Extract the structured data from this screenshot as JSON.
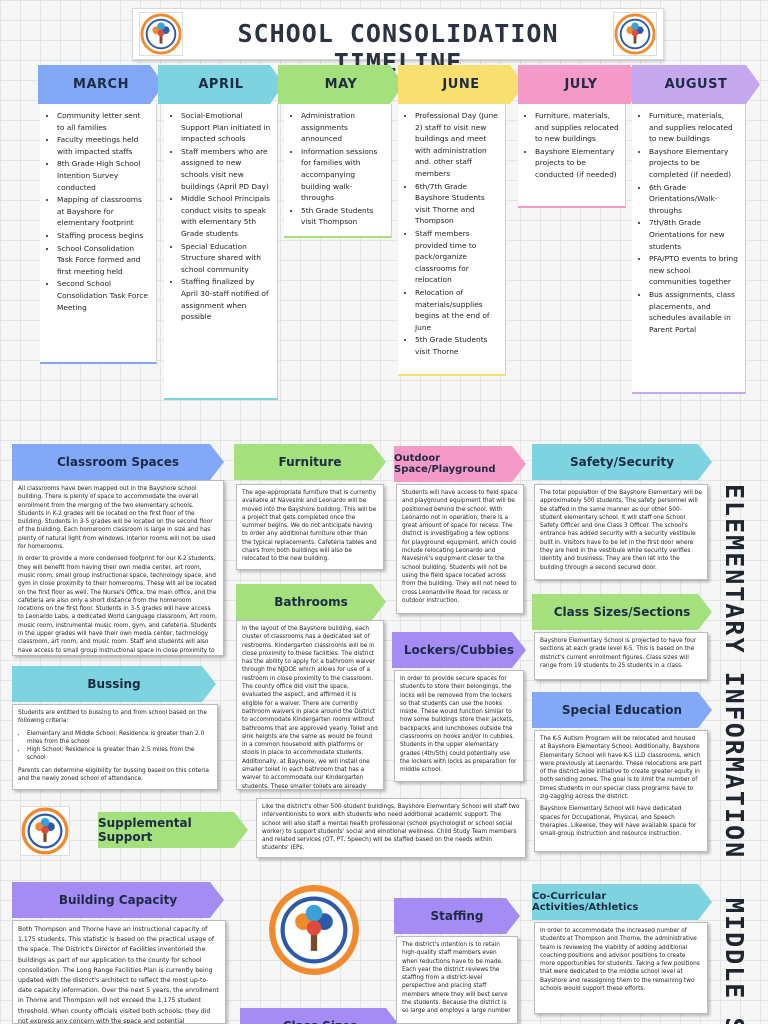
{
  "header": {
    "title": "School Consolidation Timeline"
  },
  "months": [
    {
      "name": "MARCH",
      "items": [
        "Community letter sent to all families",
        "Faculty meetings held with impacted staffs",
        "8th Grade High School Intention Survey conducted",
        "Mapping of classrooms at Bayshore for elementary footprint",
        "Staffing process begins",
        "School Consolidation Task Force formed and first meeting held",
        "Second School Consolidation Task Force Meeting"
      ]
    },
    {
      "name": "APRIL",
      "items": [
        "Social-Emotional Support Plan initiated in impacted schools",
        "Staff members who are assigned to new schools visit new buildings (April PD Day)",
        "Middle School Principals conduct visits to speak with elementary 5th Grade students",
        "Special Education Structure shared with school community",
        "Staffing finalized by April 30-staff notified of assignment when possible"
      ]
    },
    {
      "name": "MAY",
      "items": [
        "Administration assignments announced",
        "Information sessions for families with accompanying building walk-throughs",
        "5th Grade Students visit Thompson"
      ]
    },
    {
      "name": "JUNE",
      "items": [
        "Professional Day (June 2) staff to visit new buildings and meet with administration and. other staff members",
        "6th/7th Grade Bayshore Students visit Thorne and Thompson",
        "Staff members provided time to pack/organize classrooms for relocation",
        "Relocation of materials/supplies begins at the end of June",
        "5th Grade Students visit Thorne"
      ]
    },
    {
      "name": "JULY",
      "items": [
        "Furniture, materials, and supplies relocated to new buildings",
        "Bayshore Elementary projects to be conducted (if needed)"
      ]
    },
    {
      "name": "AUGUST",
      "items": [
        "Furniture, materials, and supplies relocated to new buildings",
        "Bayshore Elementary projects to be completed (if needed)",
        "6th Grade Orientations/Walk-throughs",
        "7th/8th Grade Orientations for new students",
        "PFA/PTO events to bring new school communities together",
        "Bus assignments, class placements, and schedules available in Parent Portal"
      ]
    }
  ],
  "side_labels": {
    "elementary": "ELEMENTARY INFORMATION",
    "middle": "MIDDLE SC"
  },
  "elementary": {
    "classroom_spaces": {
      "title": "Classroom Spaces",
      "paragraphs": [
        "All classrooms have been mapped out in the Bayshore school building. There is plenty of space to accommodate the overall enrollment from the merging of the two elementary schools. Students in K-2 grades will be located on the first floor of the building. Students in 3-5 grades will be located on the second floor of the building. Each homeroom classroom is large in size and has plenty of natural light from windows. Interior rooms will not be used for homerooms.",
        "In order to provide a more condensed footprint for our K-2 students, they will benefit from having their own media center, art room, music room, small group instructional space, technology space, and gym in close proximity to their homerooms. These will all be located on the first floor as well. The Nurse's Office, the main office, and the cafeteria are also only a short distance from the homeroom locations on the first floor. Students in 3-5 grades will have access to Leonardo Labs, a dedicated World Language classroom, Art room, music room, instrumental music room, gym, and cafeteria. Students in the upper grades will have their own media center, technology classroom, art room, and music room. Staff and students will also have access to small group instructional space in close proximity to their classrooms. PT, OT, and Speech supports will have dedicated classroom space to provide services to our students."
      ]
    },
    "furniture": {
      "title": "Furniture",
      "paragraphs": [
        "The age-appropriate furniture that is currently available at Navesink and Leonardo will be moved into the Bayshore building. This will be a project that gets completed once the summer begins. We do not anticipate having to order any additional furniture other than the typical replacements. Cafeteria tables and chairs from both buildings will also be relocated to the new building."
      ]
    },
    "outdoor": {
      "title": "Outdoor Space/Playground",
      "paragraphs": [
        "Students will have access to field space and playground equipment that will be positioned behind the school. With Leonardo not in operation, there is a great amount of space for recess. The district is investigating a few options for playground equipment, which could include relocating Leonardo and Navesink's equipment closer to the school building. Students will not be using the field space located across from the building. They will not need to cross Leonardville Road for recess or outdoor instruction."
      ]
    },
    "safety": {
      "title": "Safety/Security",
      "paragraphs": [
        "The total population of the Bayshore Elementary will be approximately 500 students. The safety personnel will be staffed in the same manner as our other 500-student elementary school. It will staff one School Safety Officer and one Class 3 Officer. The school's entrance has added security with a security vestibule built in. Visitors have to be let in the first door where they are held in the vestibule while security verifies identity and business. They are then let into the building through a second secured door."
      ]
    },
    "bathrooms": {
      "title": "Bathrooms",
      "paragraphs": [
        "In the layout of the Bayshore building, each cluster of classrooms has a dedicated set of restrooms. Kindergarten classrooms will be in close proximity to these facilities. The district has the ability to apply for a bathroom waiver through the NJDOE which allows for use of a restroom in close proximity to the classroom. The county office did visit the space, evaluated the aspect, and affirmed it is eligible for a waiver. There are currently bathroom waivers in place around the District to accommodate Kindergarten rooms without bathrooms that are approved yearly. Toilet and sink heights are the same as would be found in a common household with platforms or stools in place to accommodate students. Additionally, at Bayshore, we will install one smaller toilet in each bathroom that has a waiver to accommodate our Kindergarten students. These smaller toilets are already part of our current district inventory and we have our own plumbers on staff for the installation."
      ]
    },
    "class_sizes": {
      "title": "Class Sizes/Sections",
      "paragraphs": [
        "Bayshore Elementary School is projected to have four sections at each grade level K-5. This is based on the district's current enrollment figures. Class sizes will range from 19 students to 25 students in a class."
      ]
    },
    "bussing": {
      "title": "Bussing",
      "intro": "Students are entitled to bussing to and from school based on the following criteria:",
      "bullets": [
        "Elementary and Middle School: Residence is greater than 2.0 miles from the school",
        "High School: Residence is greater than 2.5 miles from the school"
      ],
      "outro": "Parents can determine eligibility for bussing based on this criteria and the newly zoned school of attendance."
    },
    "lockers": {
      "title": "Lockers/Cubbies",
      "paragraphs": [
        "In order to provide secure spaces for students to store their belongings, the locks will be removed from the lockers so that students can use the hooks inside. These would function similar to how some buildings store their jackets, backpacks and lunchboxes outside the classrooms on hooks and/or in cubbies. Students in the upper elementary grades (4th/5th) could potentially use the lockers with locks as preparation for middle school."
      ]
    },
    "special_ed": {
      "title": "Special Education",
      "paragraphs": [
        "The K-5 Autism Program will be relocated and housed at Bayshore Elementary School. Additionally, Bayshore Elementary School will have K-5 LLD classrooms, which were previously at Leonardo. These relocations are part of the district-wide initiative to create greater equity in both sending zones. The goal is to limit the number of times students in our special class programs have to zig-zagging across the district.",
        "Bayshore Elementary School will have dedicated spaces for Occupational, Physical, and Speech therapies. Likewise, they will have available space for small-group instruction and resource instruction."
      ]
    },
    "supplemental": {
      "title": "Supplemental Support",
      "paragraphs": [
        "Like the district's other 500-student buildings, Bayshore Elementary School will staff two interventionists to work with students who need additional academic support. The school will also staff a mental health professional (school psychologist or school social worker) to support students' social and emotional wellness. Child Study Team members and related services (OT, PT, Speech) will be staffed based on the needs within students' IEPs."
      ]
    }
  },
  "middle": {
    "building_capacity": {
      "title": "Building Capacity",
      "paragraphs": [
        "Both Thompson and Thorne have an instructional capacity of 1,175 students. This statistic is based on the practical usage of the space. The District's Director of Facilities inventoried the buildings as part of our application to the county for school consolidation. The Long Range Facilities Plan is currently being updated with the district's architect to reflect the most up-to-date capacity information. Over the next 5 years, the enrollment in Thorne and Thompson will not exceed the 1,175 student threshold. When county officials visited both schools, they did not express any concern with the space and potential overcrowding."
      ]
    },
    "staffing": {
      "title": "Staffing",
      "paragraphs": [
        "The district's intention is to retain high-quality staff members even when reductions have to be made. Each year the district reviews the staffing from a district-level perspective and placing staff members where they will best serve the students. Because the district is so large and employs a large number"
      ]
    },
    "cocurricular": {
      "title": "Co-Curricular Activities/Athletics",
      "paragraphs": [
        "In order to accommodate the increased number of students at Thompson and Thorne, the administrative team is reviewing the viability of adding additional coaching positions and advisor positions to create more opportunities for students. Taking a few positions that were dedicated to the middle school level at Bayshore and reassigning them to the remaining two schools would support these efforts."
      ]
    },
    "class_sizes": {
      "title": "Class Sizes"
    }
  }
}
